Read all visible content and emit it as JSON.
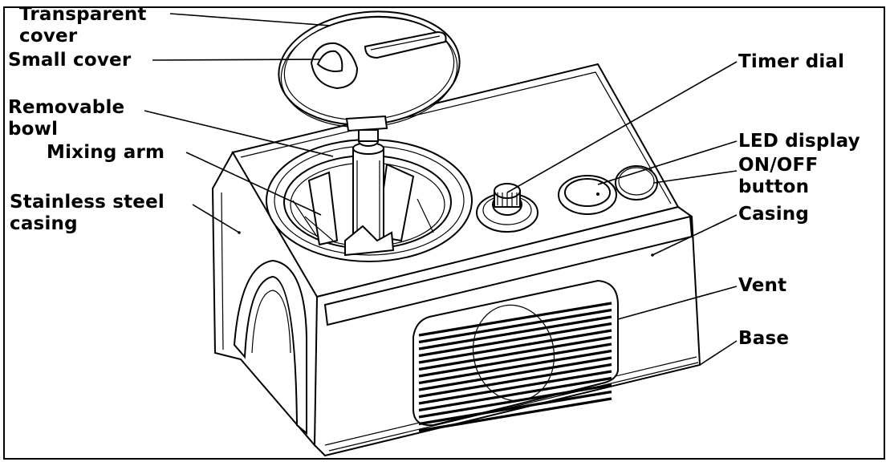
{
  "labels": {
    "transparent_cover_1": "Transparent",
    "transparent_cover_2": "cover",
    "small_cover": "Small cover",
    "removable_bowl_1": "Removable",
    "removable_bowl_2": "bowl",
    "mixing_arm": "Mixing arm",
    "stainless_casing_1": "Stainless steel",
    "stainless_casing_2": "casing",
    "timer_dial": "Timer dial",
    "led_display": "LED display",
    "on_off_1": "ON/OFF",
    "on_off_2": "button",
    "casing": "Casing",
    "vent": "Vent",
    "base": "Base"
  }
}
